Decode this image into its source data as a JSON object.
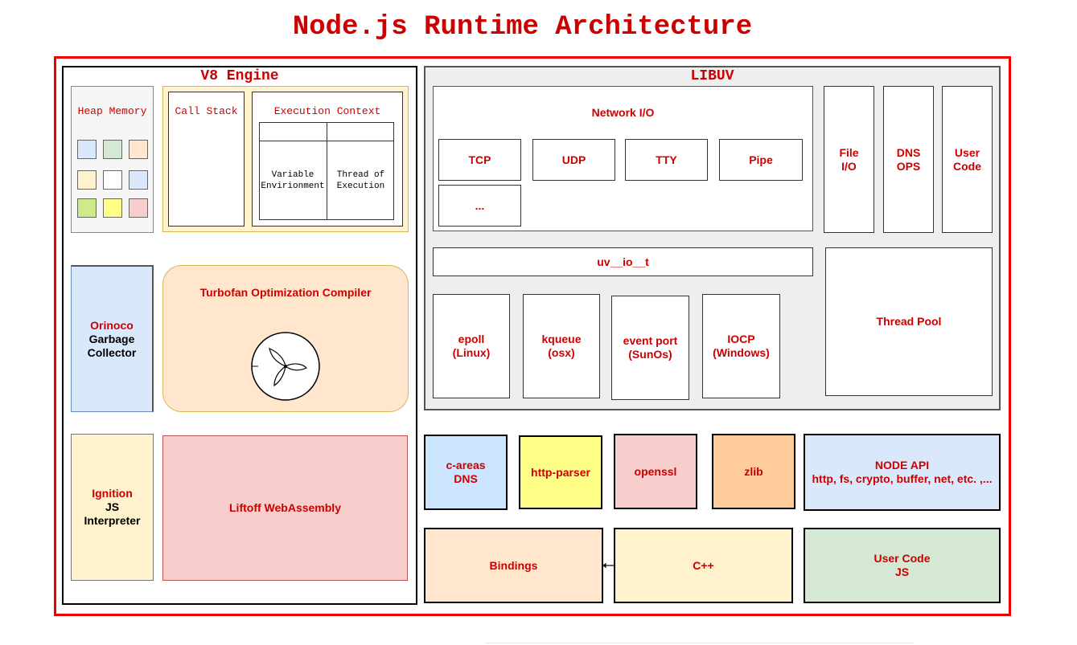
{
  "title": "Node.js Runtime Architecture",
  "v8": {
    "title": "V8 Engine",
    "heap_memory": "Heap Memory",
    "heap_swatches": [
      "#dae8fc",
      "#d5e8d4",
      "#ffe6cc",
      "#fff2cc",
      "#ffffff",
      "#dae8fc",
      "#cdeb8b",
      "#ffff88",
      "#f8cecc"
    ],
    "call_stack": "Call Stack",
    "execution_context": "Execution Context",
    "variable_environment": [
      "Variable",
      "Envirionment"
    ],
    "thread_of_execution": [
      "Thread of",
      "Execution"
    ],
    "orinoco": [
      "Orinoco",
      "Garbage",
      "Collector"
    ],
    "turbofan": "Turbofan Optimization Compiler",
    "ignition": [
      "Ignition",
      "JS",
      "Interpreter"
    ],
    "liftoff": "Liftoff WebAssembly"
  },
  "libuv": {
    "title": "LIBUV",
    "network_io": "Network I/O",
    "tcp": "TCP",
    "udp": "UDP",
    "tty": "TTY",
    "pipe": "Pipe",
    "more": "...",
    "file_io": [
      "File",
      "I/O"
    ],
    "dns_ops": [
      "DNS",
      "OPS"
    ],
    "user_code": [
      "User",
      "Code"
    ],
    "uv_io_t": "uv__io__t",
    "epoll": [
      "epoll",
      "(Linux)"
    ],
    "kqueue": [
      "kqueue",
      "(osx)"
    ],
    "event_port": [
      "event port",
      "(SunOs)"
    ],
    "iocp": [
      "IOCP",
      "(Windows)"
    ],
    "thread_pool": "Thread Pool"
  },
  "deps": {
    "c_areas": [
      "c-areas",
      "DNS"
    ],
    "http_parser": "http-parser",
    "openssl": "openssl",
    "zlib": "zlib",
    "node_api": [
      "NODE API",
      "http, fs, crypto, buffer, net, etc. ,..."
    ]
  },
  "bottom": {
    "bindings": "Bindings",
    "cpp": "C++",
    "user_code_js": [
      "User Code",
      "JS"
    ]
  },
  "colors": {
    "accent_red": "#cc0000",
    "blue_fill": "#dae8fc",
    "green_fill": "#d5e8d4",
    "orange_fill": "#ffe6cc",
    "yellow_fill": "#fff2cc",
    "pink_fill": "#f8cecc",
    "bright_yellow": "#ffff88",
    "zlib_orange": "#ffcc99",
    "gray_fill": "#eeeeee"
  }
}
